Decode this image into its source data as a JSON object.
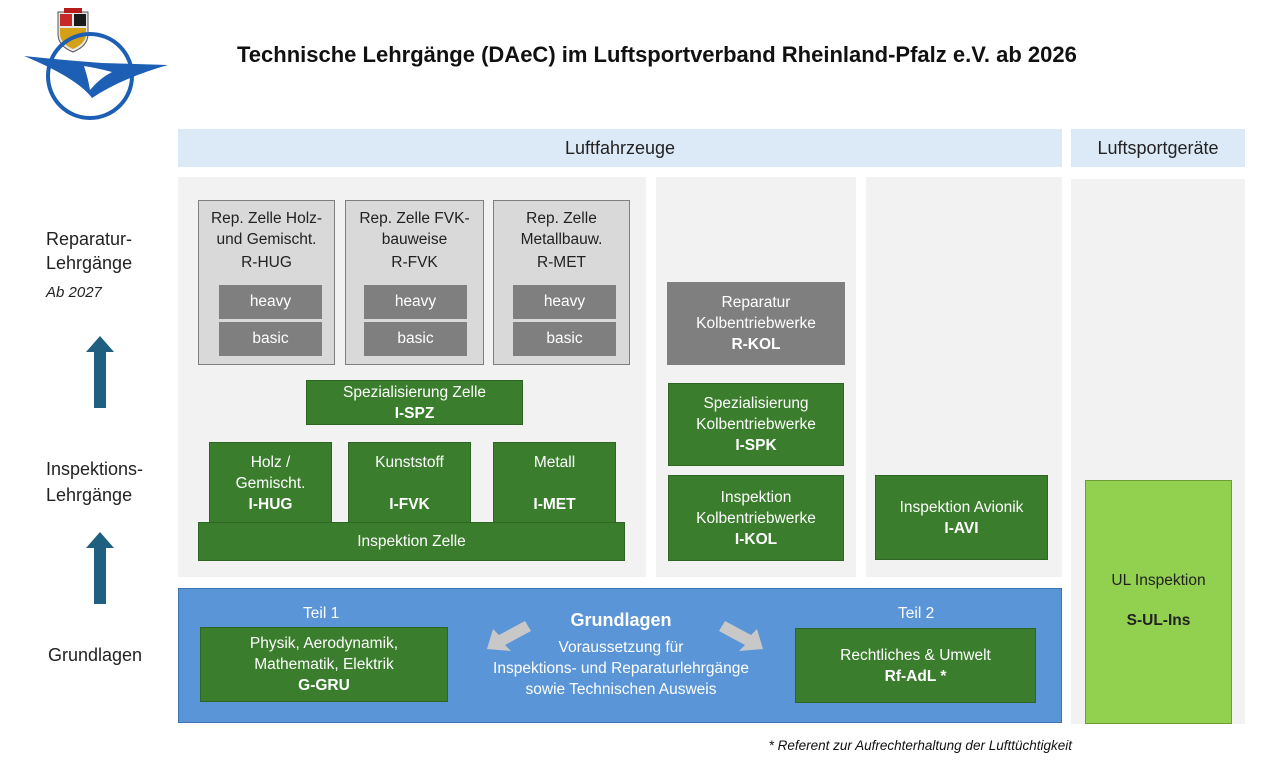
{
  "title": "Technische Lehrgänge (DAeC) im Luftsportverband Rheinland-Pfalz e.V.  ab 2026",
  "headers": {
    "aircraft": "Luftfahrzeuge",
    "sport_devices": "Luftsportgeräte"
  },
  "row_labels": {
    "repair_line1": "Reparatur-",
    "repair_line2": "Lehrgänge",
    "repair_note": "Ab 2027",
    "inspection_line1": "Inspektions-",
    "inspection_line2": "Lehrgänge",
    "basics": "Grundlagen"
  },
  "repair_zelle": [
    {
      "line1": "Rep. Zelle Holz-",
      "line2": "und Gemischt.",
      "code": "R-HUG",
      "heavy": "heavy",
      "basic": "basic"
    },
    {
      "line1": "Rep. Zelle FVK-",
      "line2": "bauweise",
      "code": "R-FVK",
      "heavy": "heavy",
      "basic": "basic"
    },
    {
      "line1": "Rep. Zelle",
      "line2": "Metallbauw.",
      "code": "R-MET",
      "heavy": "heavy",
      "basic": "basic"
    }
  ],
  "spz": {
    "line1": "Spezialisierung Zelle",
    "code": "I-SPZ"
  },
  "insp_zelle": [
    {
      "line1": "Holz /",
      "line2": "Gemischt.",
      "code": "I-HUG"
    },
    {
      "line1": "Kunststoff",
      "line2": "",
      "code": "I-FVK"
    },
    {
      "line1": "Metall",
      "line2": "",
      "code": "I-MET"
    }
  ],
  "insp_zelle_base": "Inspektion Zelle",
  "r_kol": {
    "line1": "Reparatur",
    "line2": "Kolbentriebwerke",
    "code": "R-KOL"
  },
  "i_spk": {
    "line1": "Spezialisierung",
    "line2": "Kolbentriebwerke",
    "code": "I-SPK"
  },
  "i_kol": {
    "line1": "Inspektion",
    "line2": "Kolbentriebwerke",
    "code": "I-KOL"
  },
  "i_avi": {
    "line1": "Inspektion Avionik",
    "code": "I-AVI"
  },
  "basics_band": {
    "teil1": "Teil 1",
    "teil2": "Teil 2",
    "heading": "Grundlagen",
    "desc1": "Voraussetzung für",
    "desc2": "Inspektions- und Reparaturlehrgänge",
    "desc3": "sowie Technischen Ausweis",
    "g_gru": {
      "line1": "Physik, Aerodynamik,",
      "line2": "Mathematik, Elektrik",
      "code": "G-GRU"
    },
    "rf_adl": {
      "line1": "Rechtliches & Umwelt",
      "code": "Rf-AdL *"
    }
  },
  "ul": {
    "line1": "UL Inspektion",
    "code": "S-UL-Ins"
  },
  "footnote": "* Referent zur Aufrechterhaltung der Lufttüchtigkeit",
  "colors": {
    "green": "#3a7d2c",
    "light_green": "#92d050",
    "blue": "#5a95d8",
    "header": "#dceaf7",
    "arrow": "#1f5f80"
  }
}
